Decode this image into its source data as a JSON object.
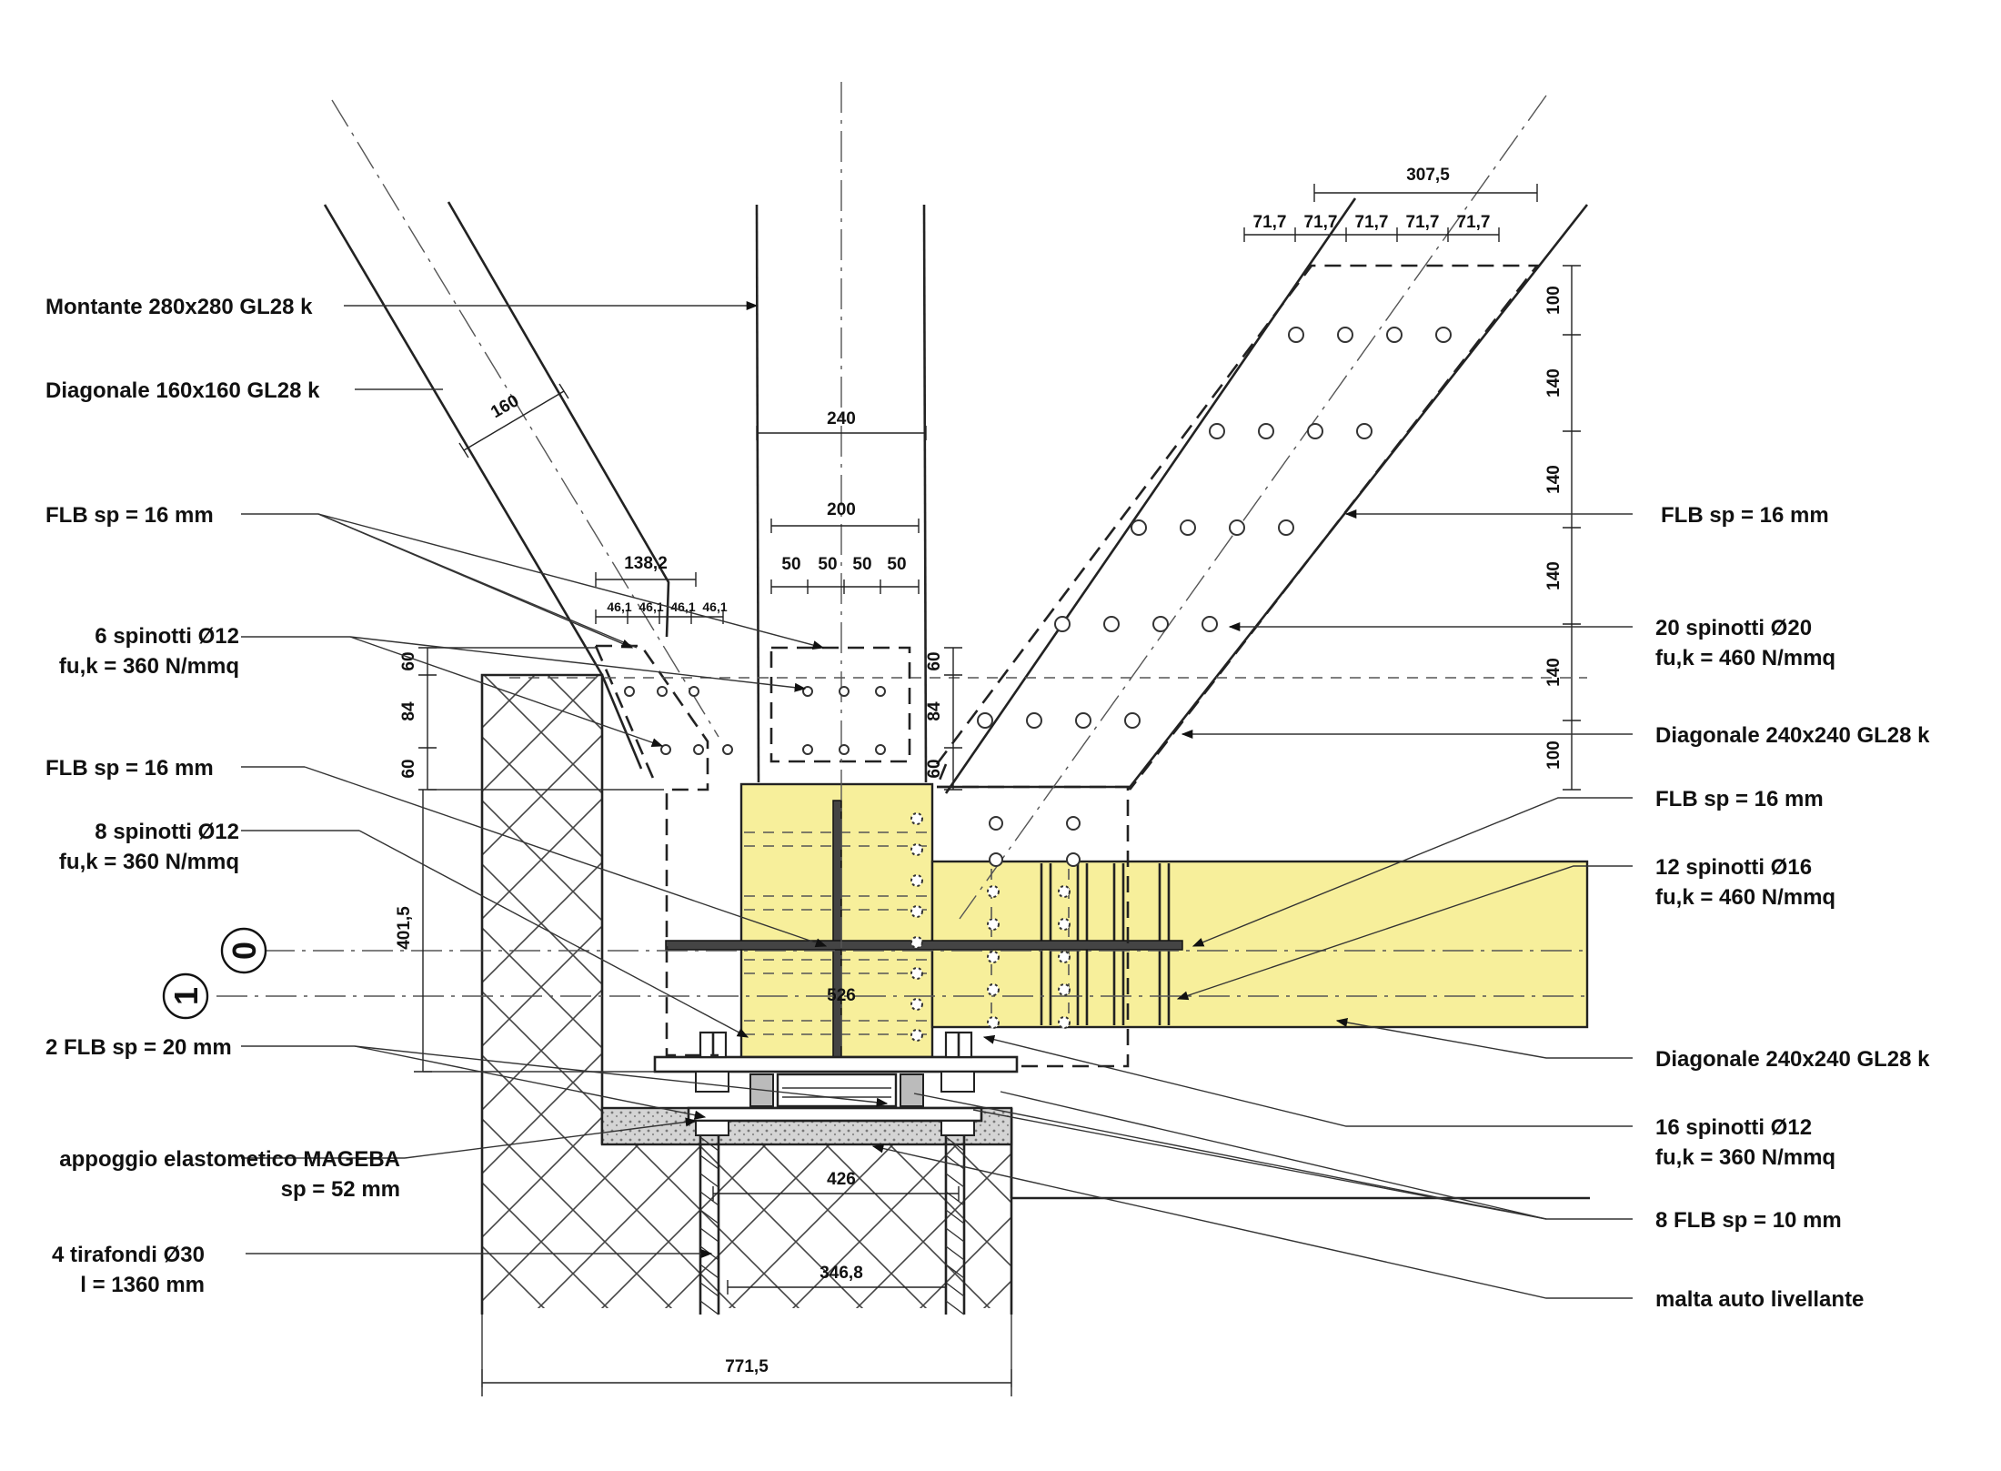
{
  "callouts_left": {
    "montante": "Montante 280x280 GL28 k",
    "diagonale_160": "Diagonale 160x160 GL28 k",
    "flb_16_a": "FLB sp = 16 mm",
    "spinotti_6_line1": "6 spinotti Ø12",
    "spinotti_6_line2": "fu,k = 360 N/mmq",
    "flb_16_b": "FLB sp = 16 mm",
    "spinotti_8_line1": "8 spinotti Ø12",
    "spinotti_8_line2": "fu,k = 360 N/mmq",
    "flb_20": "2 FLB sp = 20 mm",
    "appoggio_line1": "appoggio elastometico MAGEBA",
    "appoggio_line2": "sp = 52 mm",
    "tirafondi_line1": "4 tirafondi Ø30",
    "tirafondi_line2": "l = 1360 mm"
  },
  "callouts_right": {
    "flb_16_top": "FLB sp = 16 mm",
    "spinotti_20_line1": "20 spinotti Ø20",
    "spinotti_20_line2": "fu,k = 460 N/mmq",
    "diagonale_240_top": "Diagonale 240x240 GL28 k",
    "flb_16_mid": "FLB sp = 16 mm",
    "spinotti_12_line1": "12 spinotti Ø16",
    "spinotti_12_line2": "fu,k = 460 N/mmq",
    "diagonale_240_bottom": "Diagonale 240x240 GL28 k",
    "spinotti_16_line1": "16 spinotti Ø12",
    "spinotti_16_line2": "fu,k = 360 N/mmq",
    "flb_10": "8 FLB sp = 10 mm",
    "malta": "malta auto livellante"
  },
  "dimensions": {
    "d307_5": "307,5",
    "d71_7_1": "71,7",
    "d71_7_2": "71,7",
    "d71_7_3": "71,7",
    "d71_7_4": "71,7",
    "d71_7_5": "71,7",
    "d100_top": "100",
    "d140_1": "140",
    "d140_2": "140",
    "d140_3": "140",
    "d140_4": "140",
    "d100_bottom": "100",
    "d160": "160",
    "d240": "240",
    "d200": "200",
    "d50_1": "50",
    "d50_2": "50",
    "d50_3": "50",
    "d50_4": "50",
    "d138_2": "138,2",
    "d46_1_1": "46,1",
    "d46_1_2": "46,1",
    "d46_1_3": "46,1",
    "d46_1_4": "46,1",
    "d60_left_top": "60",
    "d84_left": "84",
    "d60_left_bottom": "60",
    "d60_mid_top": "60",
    "d84_mid": "84",
    "d60_mid_bottom": "60",
    "d401_5": "401,5",
    "d526": "526",
    "d426": "426",
    "d346_8": "346,8",
    "d771_5": "771,5"
  },
  "axis_markers": {
    "marker_0": "0",
    "marker_1": "1"
  },
  "colors": {
    "timber_fill": "#f7ef9b",
    "line": "#222222",
    "concrete_hatch": "#444444",
    "mortar": "#cfcfcf"
  }
}
